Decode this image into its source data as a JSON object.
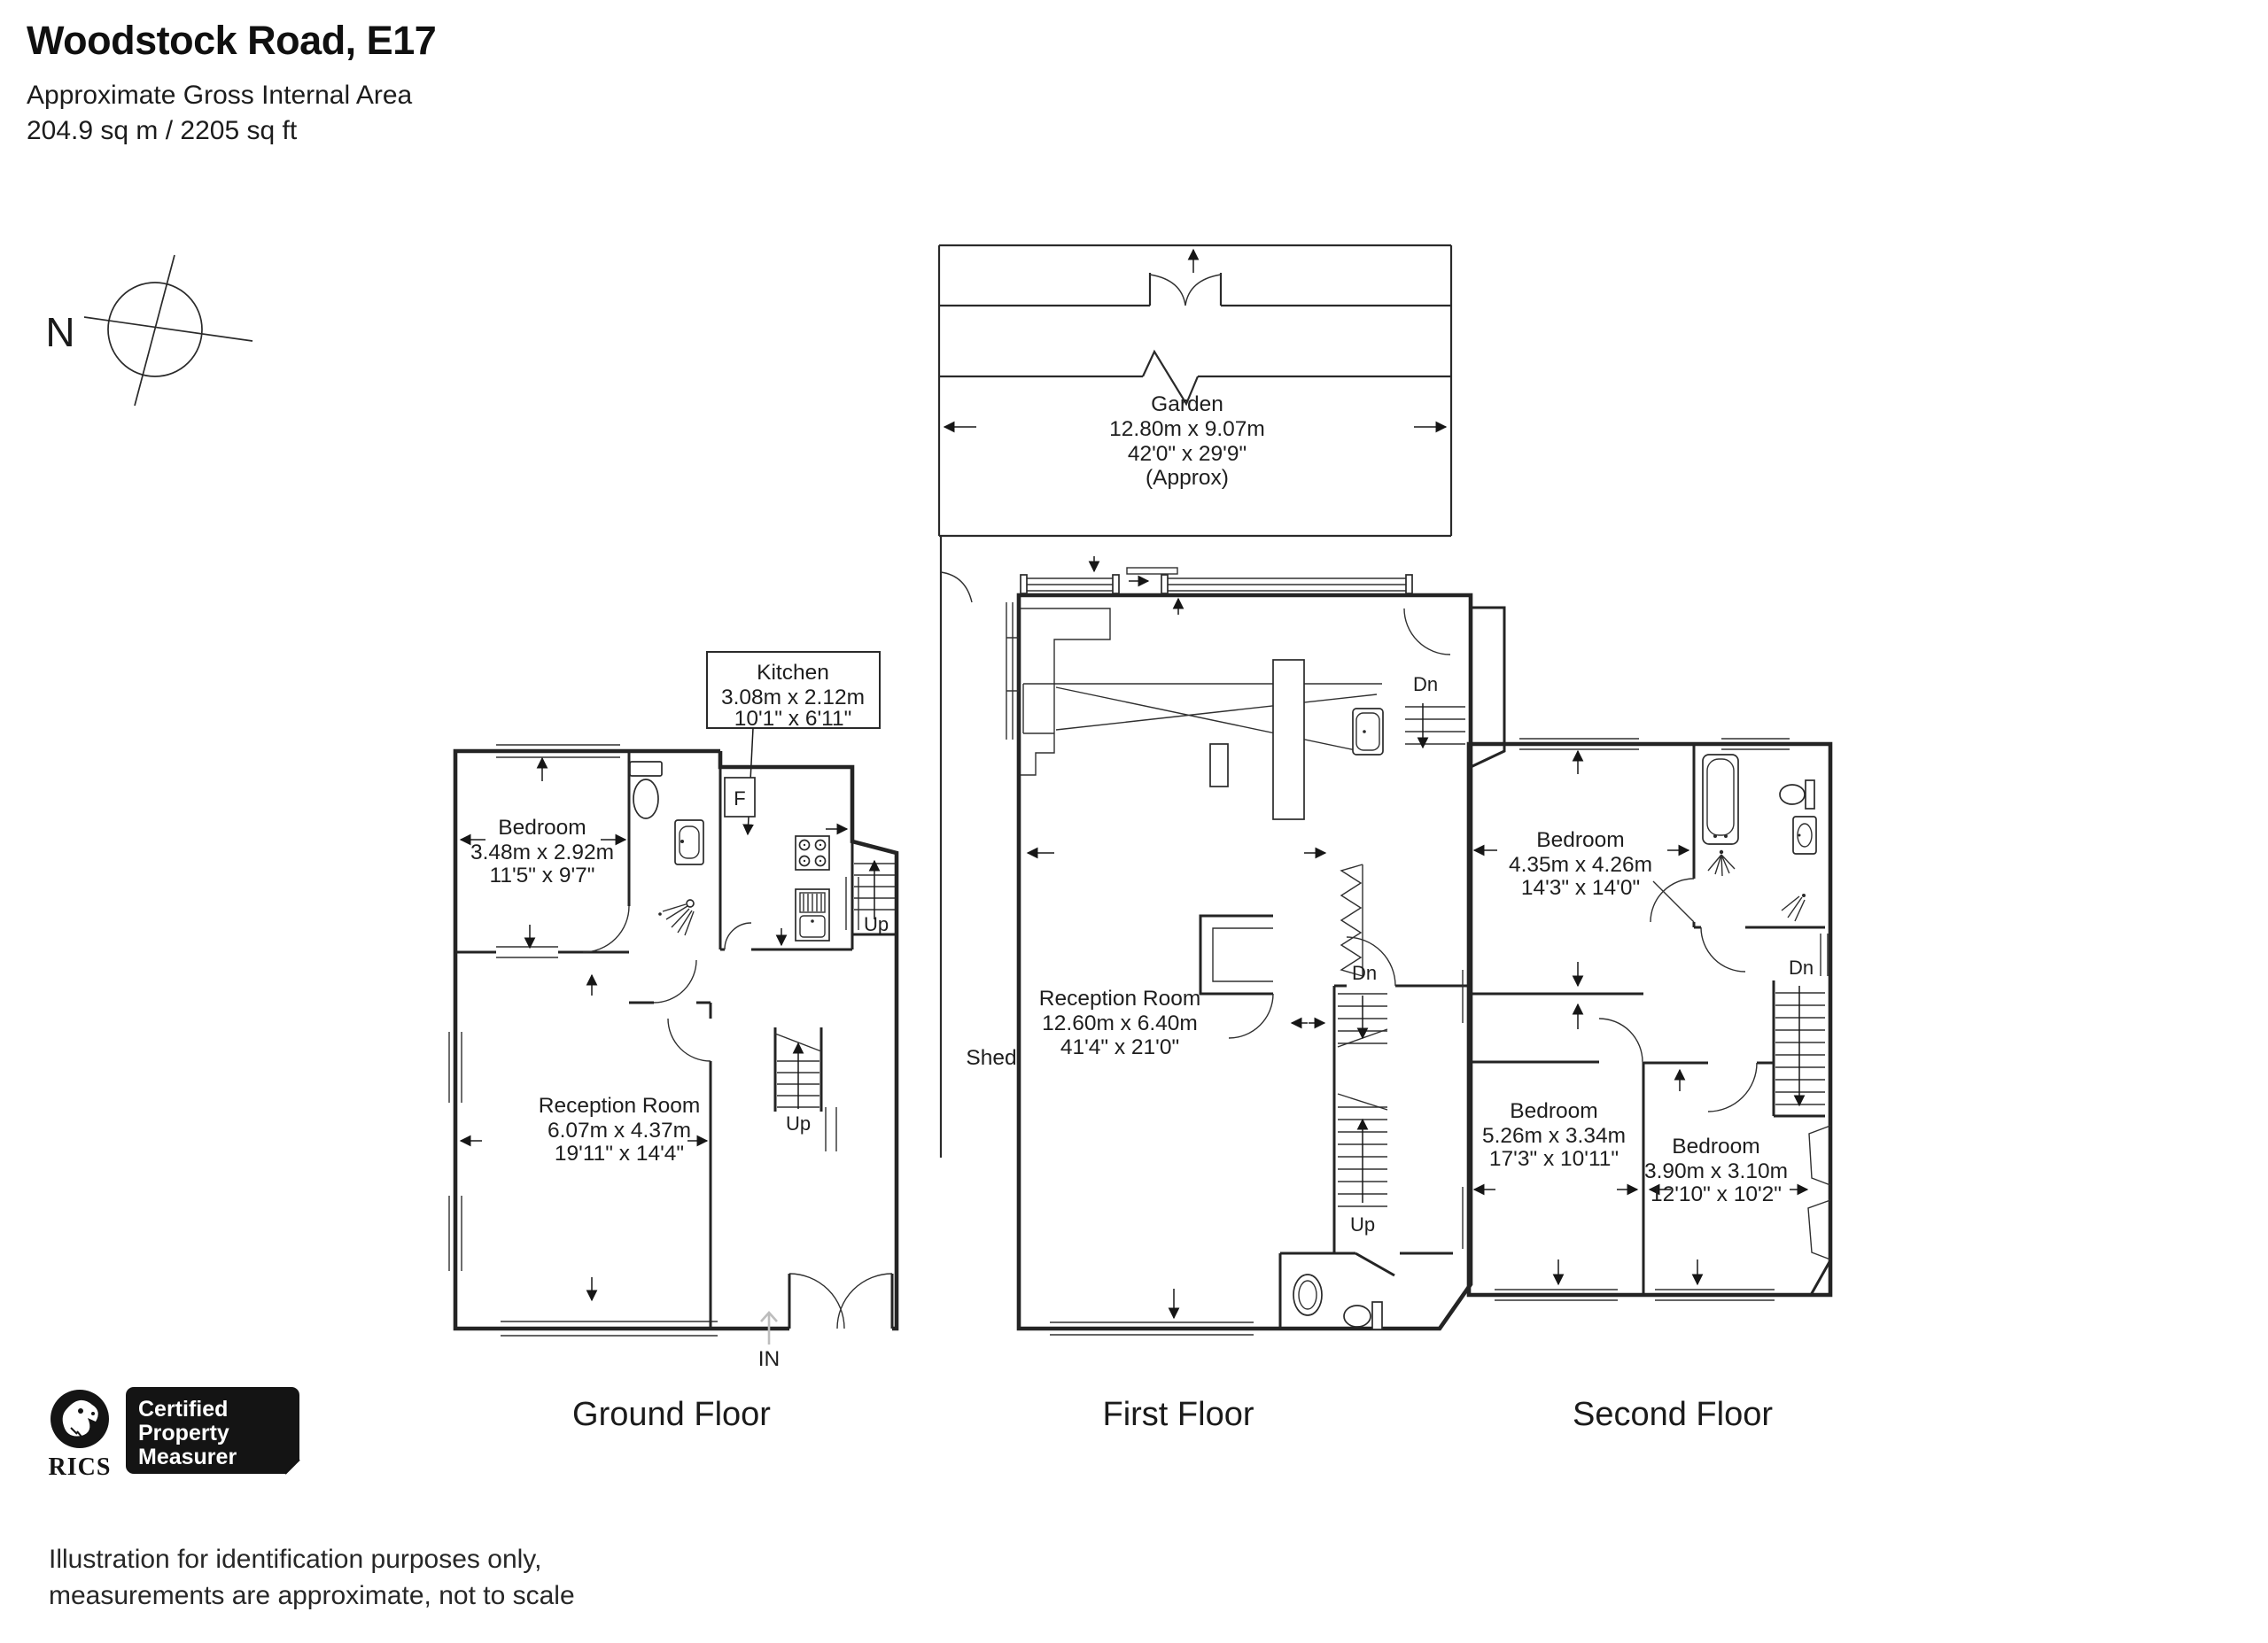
{
  "header": {
    "title": "Woodstock Road, E17",
    "area_label": "Approximate Gross Internal Area",
    "area_value": "204.9 sq m / 2205 sq ft"
  },
  "compass": {
    "north": "N"
  },
  "ground_floor": {
    "label": "Ground Floor",
    "kitchen_callout": {
      "name": "Kitchen",
      "metric": "3.08m x 2.12m",
      "imperial": "10'1\" x 6'11\""
    },
    "bedroom": {
      "name": "Bedroom",
      "metric": "3.48m x 2.92m",
      "imperial": "11'5\" x 9'7\""
    },
    "reception": {
      "name": "Reception Room",
      "metric": "6.07m x 4.37m",
      "imperial": "19'11\" x 14'4\""
    },
    "fridge": "F",
    "up_stairs_main": "Up",
    "up_stairs_hall": "Up",
    "entrance": "IN"
  },
  "first_floor": {
    "label": "First Floor",
    "garden": {
      "name": "Garden",
      "metric": "12.80m x 9.07m",
      "imperial": "42'0\" x 29'9\"",
      "approx": "(Approx)"
    },
    "reception": {
      "name": "Reception Room",
      "metric": "12.60m x 6.40m",
      "imperial": "41'4\" x 21'0\""
    },
    "shed": "Shed",
    "dn_top": "Dn",
    "dn_mid": "Dn",
    "up": "Up"
  },
  "second_floor": {
    "label": "Second Floor",
    "bedroom_front": {
      "name": "Bedroom",
      "metric": "4.35m x 4.26m",
      "imperial": "14'3\" x 14'0\""
    },
    "bedroom_left": {
      "name": "Bedroom",
      "metric": "5.26m x 3.34m",
      "imperial": "17'3\" x 10'11\""
    },
    "bedroom_back": {
      "name": "Bedroom",
      "metric": "3.90m x 3.10m",
      "imperial": "12'10\" x 10'2\""
    },
    "dn": "Dn"
  },
  "certification": {
    "rics": "RICS",
    "badge": [
      "Certified",
      "Property",
      "Measurer"
    ]
  },
  "disclaimer": {
    "line1": "Illustration for identification purposes only,",
    "line2": "measurements are approximate, not to scale"
  }
}
